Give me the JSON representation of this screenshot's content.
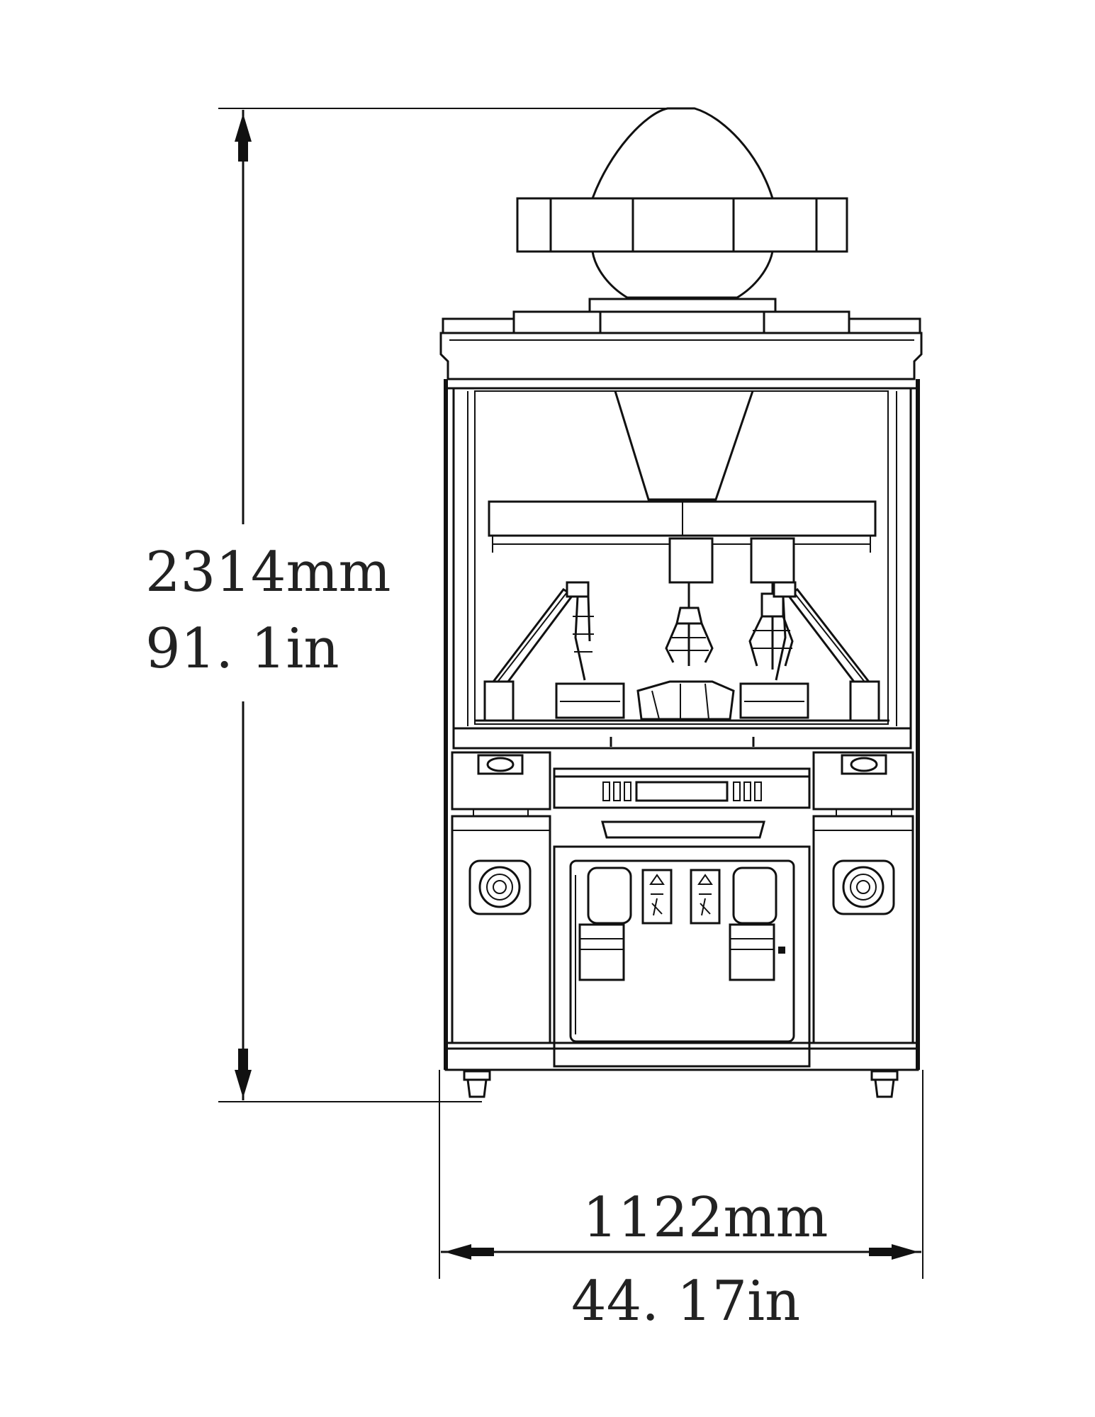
{
  "dimensions": {
    "height_mm": "2314mm",
    "height_in": "91. 1in",
    "width_mm": "1122mm",
    "width_in": "44. 17in"
  },
  "colors": {
    "line": "#111111",
    "text": "#222222",
    "background": "#ffffff"
  }
}
